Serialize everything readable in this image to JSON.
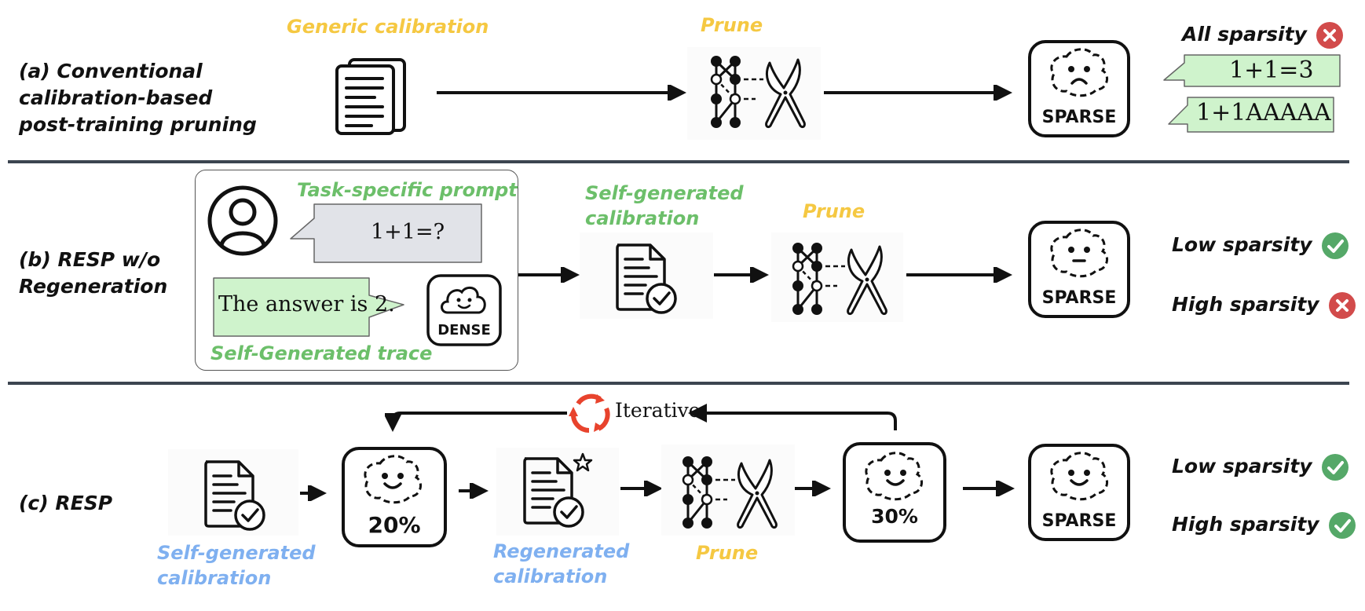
{
  "rows": {
    "a": {
      "label_lines": [
        "(a) Conventional",
        "calibration-based",
        "post-training pruning"
      ],
      "calibration_caption": "Generic calibration",
      "prune_caption": "Prune",
      "model_label": "SPARSE",
      "model_face": "sad",
      "outcome": {
        "label": "All sparsity",
        "status": "fail"
      },
      "outputs": [
        "1+1=3",
        "1+1AAAAA"
      ]
    },
    "b": {
      "label_lines": [
        "(b) RESP w/o",
        "Regeneration"
      ],
      "prompt_caption": "Task-specific prompt",
      "prompt_text": "1+1=?",
      "trace_text": "The answer is 2.",
      "trace_caption": "Self-Generated trace",
      "dense_label": "DENSE",
      "calibration_caption_lines": [
        "Self-generated",
        "calibration"
      ],
      "prune_caption": "Prune",
      "model_label": "SPARSE",
      "model_face": "neutral",
      "outcomes": [
        {
          "label": "Low sparsity",
          "status": "pass"
        },
        {
          "label": "High sparsity",
          "status": "fail"
        }
      ]
    },
    "c": {
      "label_lines": [
        "(c) RESP"
      ],
      "calibration_caption_lines": [
        "Self-generated",
        "calibration"
      ],
      "first_model_label": "20%",
      "regen_caption_lines": [
        "Regenerated",
        "calibration"
      ],
      "prune_caption": "Prune",
      "second_model_label": "30%",
      "iterative_label": "Iterative",
      "model_label": "SPARSE",
      "model_face": "happy",
      "outcomes": [
        {
          "label": "Low sparsity",
          "status": "pass"
        },
        {
          "label": "High sparsity",
          "status": "pass"
        }
      ]
    }
  },
  "colors": {
    "pass": "#55a868",
    "fail": "#d24b4b",
    "caption_yellow": "#f5c842",
    "caption_green": "#6cbf6a",
    "caption_blue": "#7fb0f0",
    "bubble_green": "#cff3cc",
    "bubble_gray": "#e1e3e8",
    "iterative_red": "#e8432d",
    "divider": "#3c4550"
  }
}
